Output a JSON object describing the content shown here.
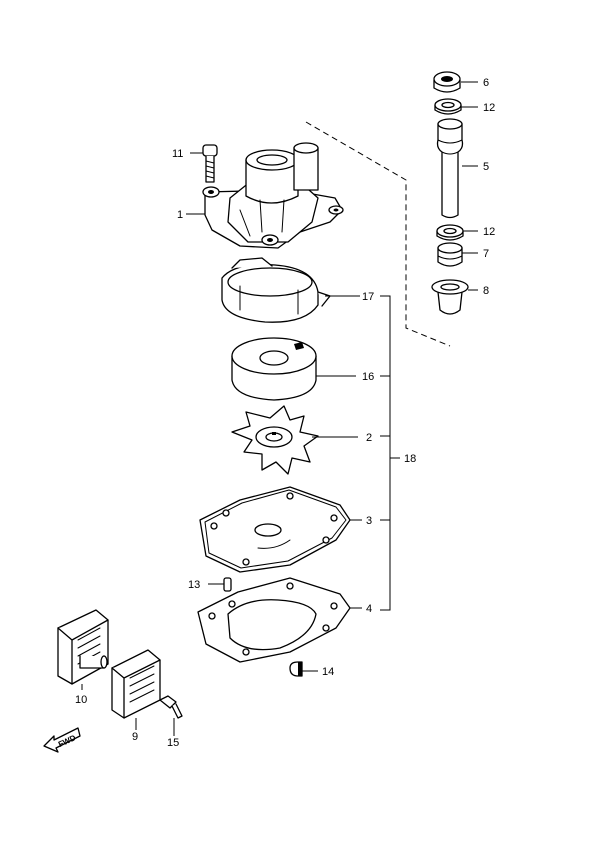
{
  "callouts": {
    "c1": "1",
    "c2": "2",
    "c3": "3",
    "c4": "4",
    "c5": "5",
    "c6": "6",
    "c7": "7",
    "c8": "8",
    "c9": "9",
    "c10": "10",
    "c11": "11",
    "c12a": "12",
    "c12b": "12",
    "c13": "13",
    "c14": "14",
    "c15": "15",
    "c16": "16",
    "c17": "17",
    "c18": "18"
  },
  "forward_marker": {
    "text": "FWD"
  }
}
